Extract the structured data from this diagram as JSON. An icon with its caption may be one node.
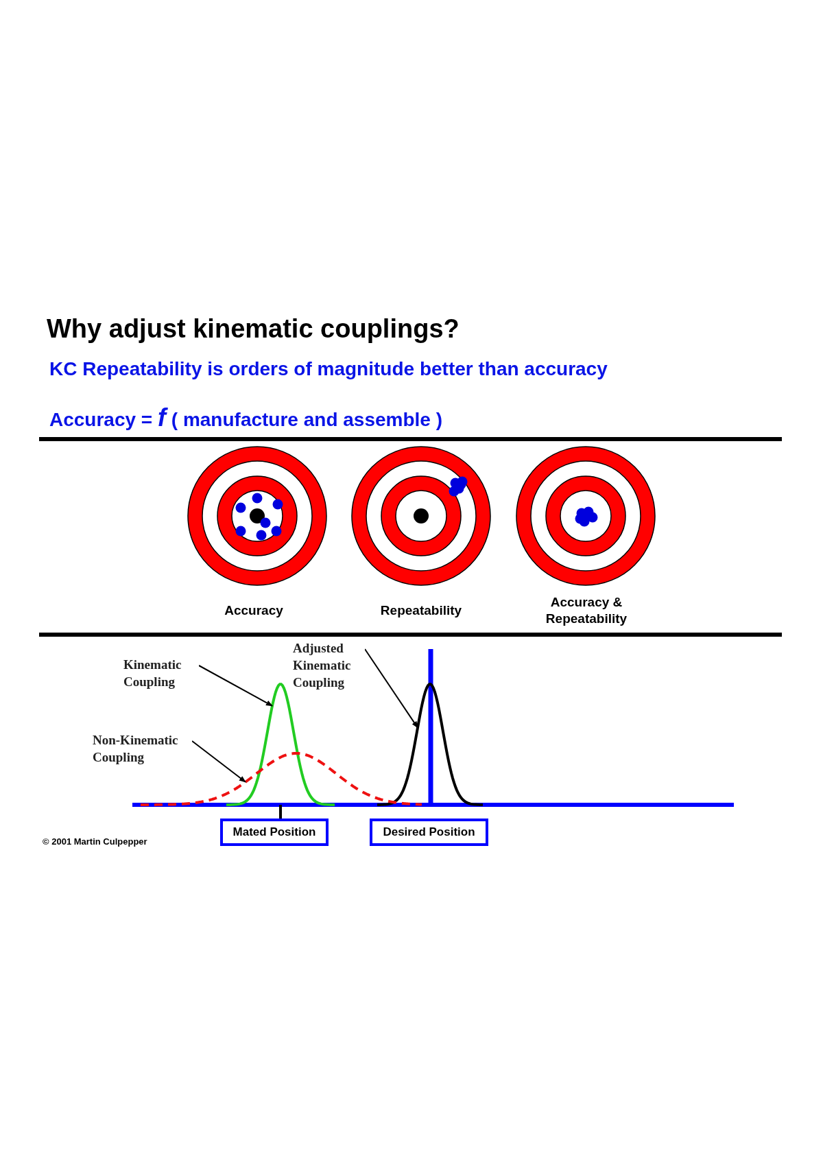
{
  "diagram": {
    "title": "Why adjust kinematic couplings?",
    "nodes": [
      {
        "text": [
          "Kinematic Coupling"
        ]
      },
      {
        "text": [],
        "shape": "curve"
      },
      {
        "text": [
          "Adjusted Kinematic Coupling"
        ]
      },
      {
        "text": [],
        "shape": "curve"
      },
      {
        "text": [
          "Non-Kinematic Coupling"
        ]
      },
      {
        "text": [],
        "shape": "curve"
      },
      {
        "text": [
          "Mated Position"
        ]
      },
      {
        "text": [
          "Desired Position"
        ]
      }
    ],
    "edges": [
      {
        "from": 0,
        "to": 1,
        "arrow": "to"
      },
      {
        "from": 2,
        "to": 3,
        "arrow": "to"
      },
      {
        "from": 4,
        "to": 5,
        "arrow": "to"
      }
    ],
    "labels": [
      "KC Repeatability is orders of magnitude better than accuracy",
      "Accuracy = *f* ( manufacture and assemble )",
      "Accuracy",
      "Repeatability",
      "Accuracy & Repeatability",
      "© 2001 Martin Culpepper"
    ]
  }
}
